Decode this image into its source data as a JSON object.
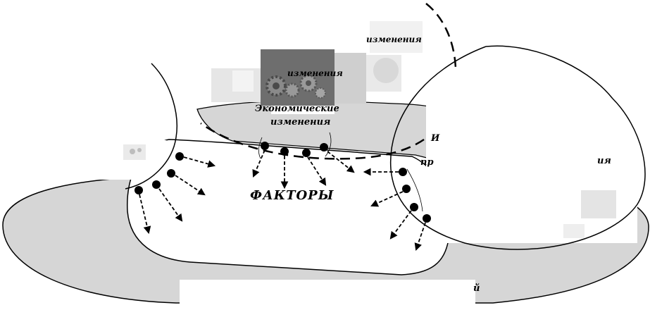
{
  "diagram": {
    "center_label": "ФАКТОРЫ",
    "label_top_fragment": "изменения",
    "label_upper_left": "Экономические",
    "label_upper_left_2": "изменения",
    "label_mid": "изменения",
    "label_right_1": "И",
    "label_right_2": "пр",
    "label_right_3": "ия",
    "label_bottom_fragment": "й"
  },
  "colors": {
    "gray_fill": "#d6d6d6",
    "line": "#000000",
    "background": "#ffffff"
  },
  "icons": [
    "gears-icon",
    "photo-collage-fragment"
  ]
}
